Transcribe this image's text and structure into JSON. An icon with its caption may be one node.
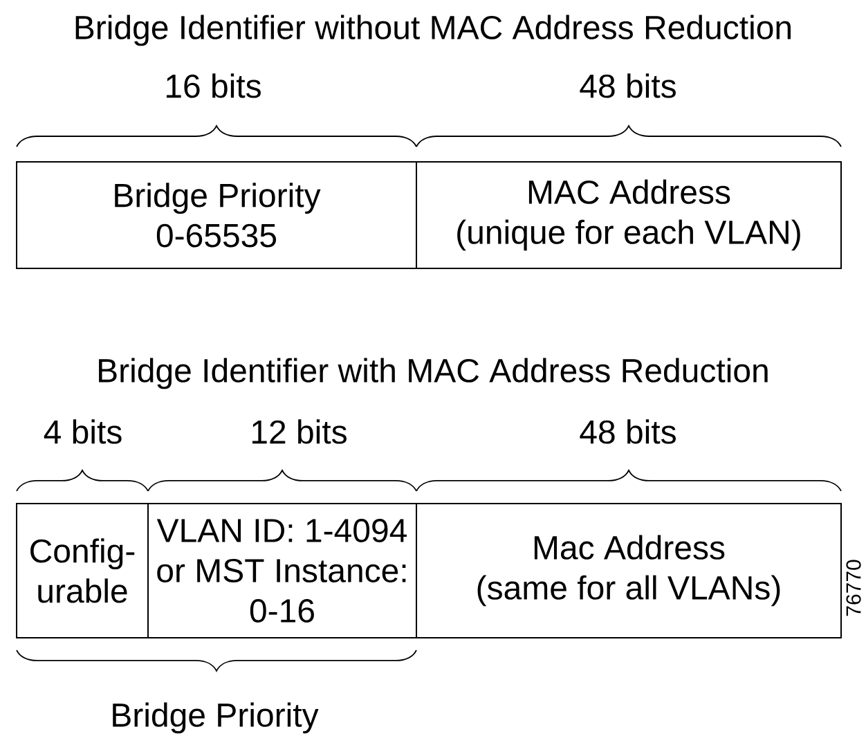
{
  "diagram": {
    "nodes": [
      {
        "text": [
          "Bridge Priority 0-65535"
        ]
      },
      {
        "text": [
          "MAC Address (unique for each VLAN)"
        ]
      },
      {
        "text": [
          "Config- urable"
        ]
      },
      {
        "text": [
          "VLAN ID: 1-4094 or MST Instance: 0-16"
        ]
      },
      {
        "text": [
          "Mac Address (same for all VLANs)"
        ]
      }
    ],
    "labels": [
      "Bridge Identifier without MAC Address Reduction",
      "16 bits",
      "48 bits",
      "Bridge Identifier with MAC Address Reduction",
      "4 bits",
      "12 bits",
      "48 bits",
      "Bridge Priority",
      "76770"
    ]
  }
}
